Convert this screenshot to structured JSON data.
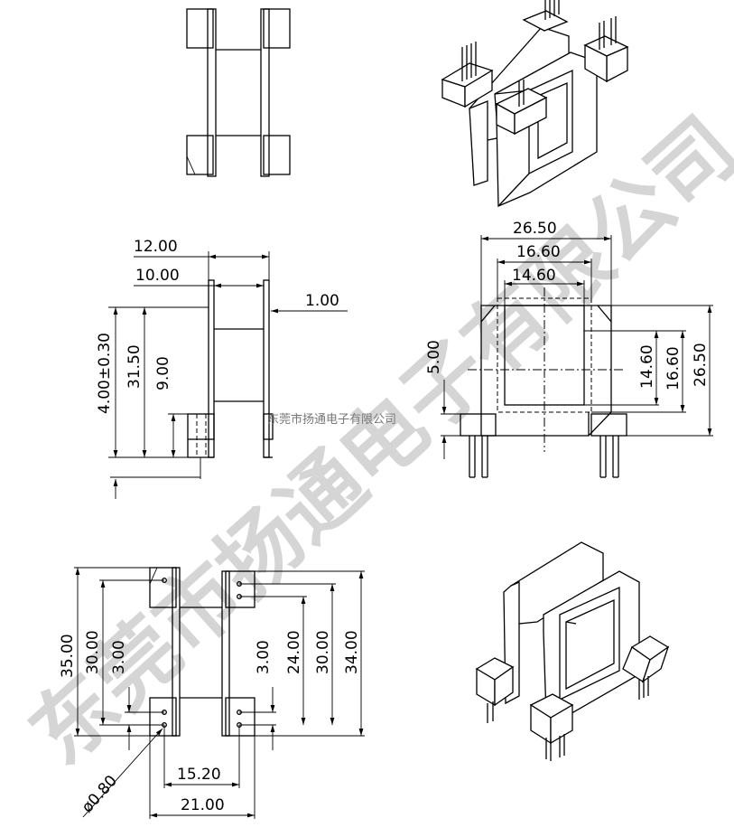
{
  "watermark": {
    "big_text": "东莞市扬通电子有限公司",
    "small_text": "东莞市扬通电子有限公司"
  },
  "side_view_dims": {
    "w_12": "12.00",
    "w_10": "10.00",
    "t_1": "1.00",
    "h_4": "4.00±0.30",
    "h_31": "31.50",
    "h_9": "9.00"
  },
  "front_view_dims": {
    "w_26": "26.50",
    "w_16": "16.60",
    "w_14": "14.60",
    "h_5": "5.00",
    "h_14": "14.60",
    "h_16": "16.60",
    "h_26": "26.50"
  },
  "bottom_view_dims": {
    "h_35": "35.00",
    "h_30l": "30.00",
    "h_3l": "3.00",
    "h_3r": "3.00",
    "h_24": "24.00",
    "h_30r": "30.00",
    "h_34": "34.00",
    "w_15": "15.20",
    "w_21": "21.00",
    "pin_dia": "ø0.80"
  }
}
